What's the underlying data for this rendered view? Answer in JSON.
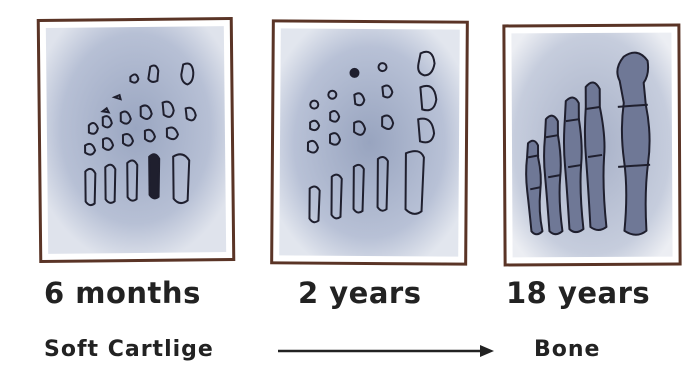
{
  "stages": [
    {
      "age_label": "6 months",
      "stage": "ossification-early"
    },
    {
      "age_label": "2 years",
      "stage": "ossification-partial"
    },
    {
      "age_label": "18 years",
      "stage": "ossification-complete"
    }
  ],
  "progression": {
    "start_label": "Soft Cartlige",
    "end_label": "Bone"
  },
  "colors": {
    "frame": "#5a3426",
    "xray_bg": "#b9c2d6",
    "bone_outline": "#1f1f2e",
    "text": "#222222"
  }
}
